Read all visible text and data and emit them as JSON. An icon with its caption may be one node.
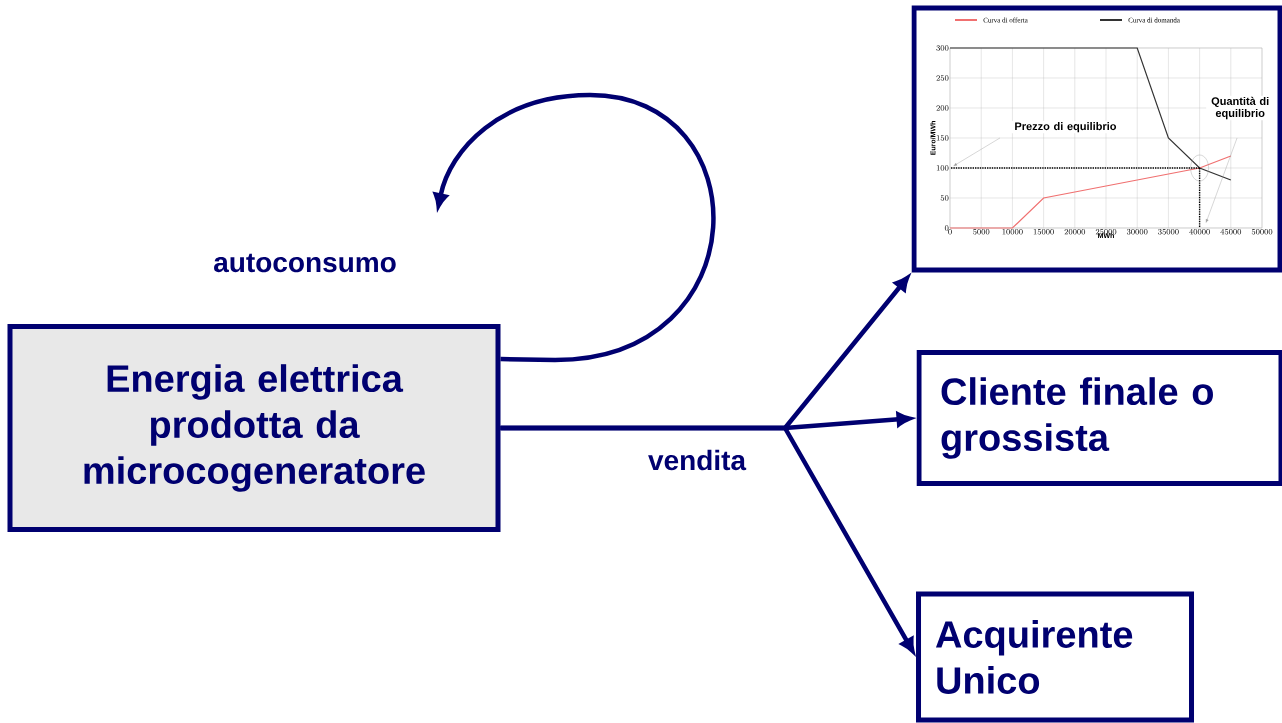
{
  "diagram": {
    "nodes": [
      {
        "text": [
          "Energia elettrica prodotta da microcogeneratore"
        ]
      },
      {
        "text": [],
        "shape": "box"
      },
      {
        "text": [
          "Cliente finale o grossista"
        ]
      },
      {
        "text": [
          "Acquirente Unico"
        ]
      }
    ],
    "edges": [
      {
        "from": 0,
        "to": null,
        "arrow": "to",
        "label": "autoconsumo"
      },
      {
        "from": 0,
        "to": 1,
        "arrow": "to"
      },
      {
        "from": 0,
        "to": 2,
        "arrow": "to",
        "label": "vendita"
      },
      {
        "from": 0,
        "to": 3,
        "arrow": "to"
      }
    ],
    "chart_data": {
      "type": "line",
      "xlabel": "MWh",
      "ylabel": "Euro/MWh",
      "x": [
        0,
        5000,
        10000,
        15000,
        20000,
        25000,
        30000,
        35000,
        40000,
        45000
      ],
      "series": [
        {
          "name": "Curva di offerta",
          "color": "#f07070",
          "values": [
            0,
            0,
            0,
            50,
            60,
            70,
            80,
            90,
            100,
            120
          ]
        },
        {
          "name": "Curva di domanda",
          "color": "#333333",
          "values": [
            300,
            300,
            300,
            300,
            300,
            300,
            300,
            150,
            100,
            80
          ]
        }
      ],
      "xlim": [
        0,
        50000
      ],
      "ylim": [
        0,
        300
      ],
      "xticks": [
        0,
        5000,
        10000,
        15000,
        20000,
        25000,
        30000,
        35000,
        40000,
        45000,
        50000
      ],
      "yticks": [
        0,
        50,
        100,
        150,
        200,
        250,
        300
      ],
      "grid": true,
      "legend": true,
      "ref_lines": [
        {
          "axis": "y",
          "value": 100
        },
        {
          "axis": "x",
          "value": 40000
        }
      ],
      "annotations": [
        "Prezzo di equilibrio",
        "Quantità di equilibrio"
      ]
    }
  }
}
